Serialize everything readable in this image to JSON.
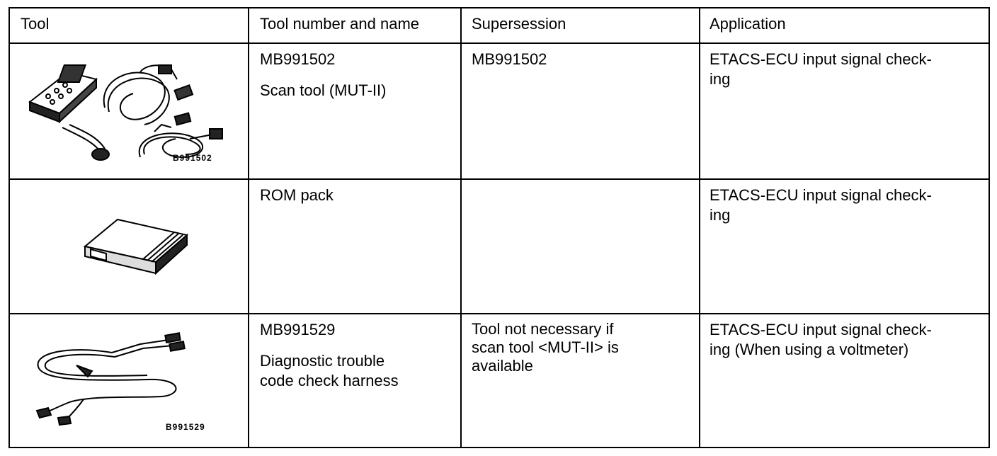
{
  "table": {
    "headers": {
      "tool": "Tool",
      "number_name": "Tool number and name",
      "supersession": "Supersession",
      "application": "Application"
    },
    "rows": [
      {
        "image_code": "B991502",
        "tool_number": "MB991502",
        "tool_name": "Scan tool (MUT-II)",
        "supersession_lines": [
          "MB991502"
        ],
        "application_lines": [
          "ETACS-ECU input signal check-",
          "ing"
        ]
      },
      {
        "image_code": "",
        "tool_number": "",
        "tool_name": "ROM pack",
        "supersession_lines": [],
        "application_lines": [
          "ETACS-ECU input signal check-",
          "ing"
        ]
      },
      {
        "image_code": "B991529",
        "tool_number": "MB991529",
        "tool_name_lines": [
          "Diagnostic trouble",
          "code check harness"
        ],
        "supersession_lines": [
          "Tool not necessary if",
          "scan tool <MUT-II> is",
          "available"
        ],
        "application_lines": [
          "ETACS-ECU input signal check-",
          "ing (When using a voltmeter)"
        ]
      }
    ]
  }
}
